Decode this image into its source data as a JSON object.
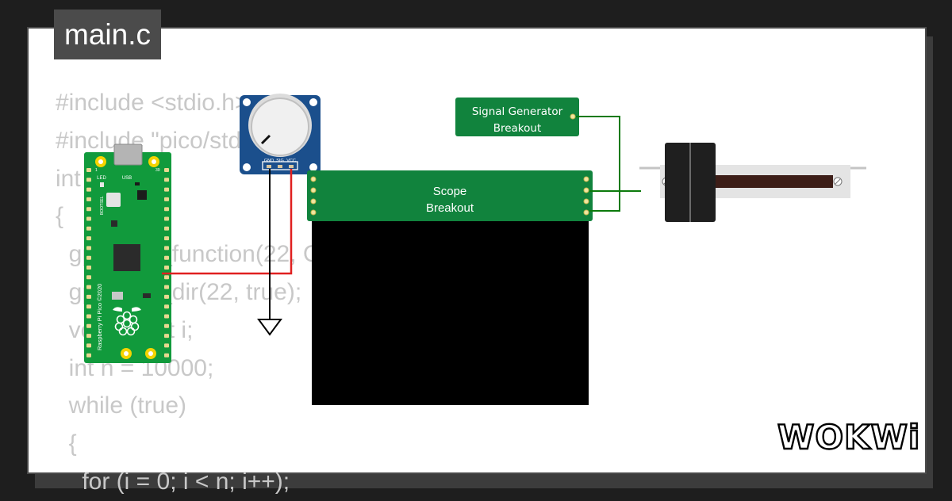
{
  "editor": {
    "filename": "main.c",
    "code_lines": [
      "#include <stdio.h>",
      "#include \"pico/stdlib.h\"",
      "int main()",
      "{",
      "  gpio_set_function(22, GPIO_FUNC_PWM);",
      "  gpio_set_dir(22, true);",
      "  volatile int i;",
      "  int n = 10000;",
      "  while (true)",
      "  {",
      "    for (i = 0; i < n; i++);"
    ]
  },
  "components": {
    "pico": {
      "usb_label": "USB",
      "led_label": "LED",
      "bootsel_label": "BOOTSEL",
      "pin_num_top_left": "1",
      "pin_num_top_right": "39",
      "side_text": "Raspberry Pi Pico ©2020"
    },
    "potentiometer": {
      "pin_labels": [
        "GND",
        "SIG",
        "VCC"
      ]
    },
    "scope": {
      "title_line1": "Scope",
      "title_line2": "Breakout"
    },
    "signal_generator": {
      "title_line1": "Signal Generator",
      "title_line2": "Breakout"
    }
  },
  "brand": {
    "logo_text": "WOKWi"
  },
  "colors": {
    "breakout_green": "#11833d",
    "pico_green": "#119a3c",
    "pot_blue": "#1b4f8c",
    "wire_green": "#0c7a0c",
    "wire_red": "#e02020",
    "wire_black": "#000000",
    "scope_screen": "#000000",
    "code_gray": "#c8c8c8"
  }
}
